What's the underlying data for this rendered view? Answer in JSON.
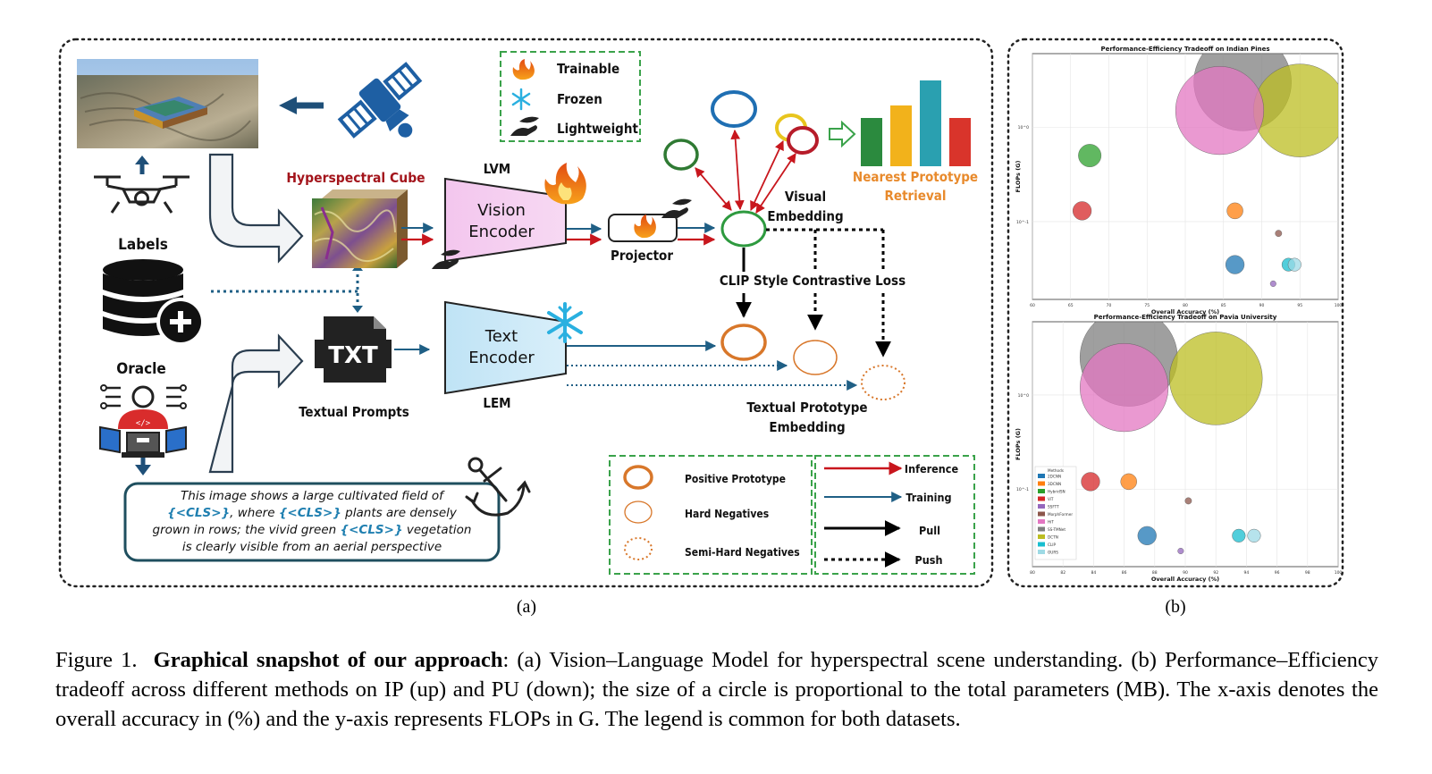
{
  "panel_a": {
    "legend": {
      "trainable": "Trainable",
      "frozen": "Frozen",
      "lightweight": "Lightweight"
    },
    "hyperspectral_cube": "Hyperspectral Cube",
    "labels": "Labels",
    "oracle": "Oracle",
    "lvm": "LVM",
    "vision_encoder_l1": "Vision",
    "vision_encoder_l2": "Encoder",
    "projector": "Projector",
    "visual_embedding_l1": "Visual",
    "visual_embedding_l2": "Embedding",
    "clip_loss": "CLIP Style Contrastive Loss",
    "nearest_l1": "Nearest Prototype",
    "nearest_l2": "Retrieval",
    "txt": "TXT",
    "textual_prompts": "Textual Prompts",
    "text_encoder_l1": "Text",
    "text_encoder_l2": "Encoder",
    "lem": "LEM",
    "textual_proto_l1": "Textual Prototype",
    "textual_proto_l2": "Embedding",
    "prompt_lines": [
      [
        "This image shows a large cultivated field of",
        "",
        ""
      ],
      [
        "{<CLS>}",
        ", where ",
        "{<CLS>}",
        " plants are densely"
      ],
      [
        "grown in rows; the vivid green ",
        "{<CLS>}",
        " vegetation"
      ],
      [
        "is clearly visible from an aerial perspective"
      ]
    ],
    "prompt": {
      "l1": "This image shows a large cultivated field of",
      "l2a": "{<CLS>}",
      "l2b": ", where ",
      "l2c": "{<CLS>}",
      "l2d": " plants are densely",
      "l3a": "grown in rows; the vivid green ",
      "l3b": "{<CLS>}",
      "l3c": " vegetation",
      "l4": "is clearly visible from an aerial perspective"
    },
    "proto_legend": {
      "positive": "Positive Prototype",
      "hard": "Hard Negatives",
      "semi_hard": "Semi-Hard Negatives"
    },
    "arrow_legend": {
      "inference": "Inference",
      "training": "Training",
      "pull": "Pull",
      "push": "Push"
    },
    "label": "(a)"
  },
  "panel_b": {
    "label": "(b)",
    "colors": {
      "2DCNN": "#1f77b4",
      "3DCNN": "#ff7f0e",
      "HybridSN": "#2ca02c",
      "ViT": "#d62728",
      "SSFTT": "#9467bd",
      "MorphFormer": "#8c564b",
      "HiT": "#e377c2",
      "SS-TMNet": "#7f7f7f",
      "DCTN": "#bcbd22",
      "CLIP": "#17becf",
      "OURS": "#9edae5"
    },
    "legend_title": "Methods",
    "legend_items": [
      "2DCNN",
      "3DCNN",
      "HybridSN",
      "ViT",
      "SSFTT",
      "MorphFormer",
      "HiT",
      "SS-TMNet",
      "DCTN",
      "CLIP",
      "OURS"
    ]
  },
  "chart_data": [
    {
      "type": "scatter",
      "title": "Performance-Efficiency Tradeoff on Indian Pines",
      "xlabel": "Overall Accuracy (%)",
      "ylabel": "FLOPs (G)",
      "xlim": [
        60,
        100
      ],
      "yscale": "log",
      "x_ticks": [
        "60",
        "65",
        "70",
        "75",
        "80",
        "85",
        "90",
        "95",
        "100"
      ],
      "y_ticks": [
        "10^0",
        "10^-1"
      ],
      "grid": true,
      "series": [
        {
          "name": "HybridSN",
          "x": 67.5,
          "y": 0.5,
          "size_mb": 6
        },
        {
          "name": "ViT",
          "x": 66.5,
          "y": 0.13,
          "size_mb": 4
        },
        {
          "name": "3DCNN",
          "x": 86.5,
          "y": 0.13,
          "size_mb": 3
        },
        {
          "name": "HiT",
          "x": 84.5,
          "y": 1.5,
          "size_mb": 90
        },
        {
          "name": "SS-TMNet",
          "x": 87.5,
          "y": 3.0,
          "size_mb": 110
        },
        {
          "name": "DCTN",
          "x": 95.0,
          "y": 1.5,
          "size_mb": 100
        },
        {
          "name": "MorphFormer",
          "x": 92.2,
          "y": 0.075,
          "size_mb": 0.5
        },
        {
          "name": "2DCNN",
          "x": 86.5,
          "y": 0.035,
          "size_mb": 4
        },
        {
          "name": "CLIP",
          "x": 93.5,
          "y": 0.035,
          "size_mb": 2
        },
        {
          "name": "OURS",
          "x": 94.3,
          "y": 0.035,
          "size_mb": 2
        },
        {
          "name": "SSFTT",
          "x": 91.5,
          "y": 0.022,
          "size_mb": 0.4
        }
      ]
    },
    {
      "type": "scatter",
      "title": "Performance-Efficiency Tradeoff on Pavia University",
      "xlabel": "Overall Accuracy (%)",
      "ylabel": "FLOPs (G)",
      "xlim": [
        80,
        100
      ],
      "yscale": "log",
      "x_ticks": [
        "80",
        "82",
        "84",
        "86",
        "88",
        "90",
        "92",
        "94",
        "96",
        "98",
        "100"
      ],
      "y_ticks": [
        "10^0",
        "10^-1"
      ],
      "grid": true,
      "series": [
        {
          "name": "ViT",
          "x": 83.8,
          "y": 0.12,
          "size_mb": 4
        },
        {
          "name": "3DCNN",
          "x": 86.3,
          "y": 0.12,
          "size_mb": 3
        },
        {
          "name": "HiT",
          "x": 86.0,
          "y": 1.2,
          "size_mb": 90
        },
        {
          "name": "SS-TMNet",
          "x": 86.3,
          "y": 2.5,
          "size_mb": 110
        },
        {
          "name": "DCTN",
          "x": 92.0,
          "y": 1.5,
          "size_mb": 100
        },
        {
          "name": "MorphFormer",
          "x": 90.2,
          "y": 0.075,
          "size_mb": 0.5
        },
        {
          "name": "2DCNN",
          "x": 87.5,
          "y": 0.032,
          "size_mb": 4
        },
        {
          "name": "CLIP",
          "x": 93.5,
          "y": 0.032,
          "size_mb": 2
        },
        {
          "name": "OURS",
          "x": 94.5,
          "y": 0.032,
          "size_mb": 2
        },
        {
          "name": "SSFTT",
          "x": 89.7,
          "y": 0.022,
          "size_mb": 0.4
        }
      ]
    }
  ],
  "caption": {
    "prefix": "Figure 1.",
    "bold": "Graphical snapshot of our approach",
    "body": ": (a) Vision–Language Model for hyperspectral scene understanding. (b) Performance–Efficiency tradeoff across different methods on IP (up) and PU (down); the size of a circle is proportional to the total parameters (MB). The x-axis denotes the overall accuracy in (%) and the y-axis represents FLOPs in G. The legend is common for both datasets."
  }
}
